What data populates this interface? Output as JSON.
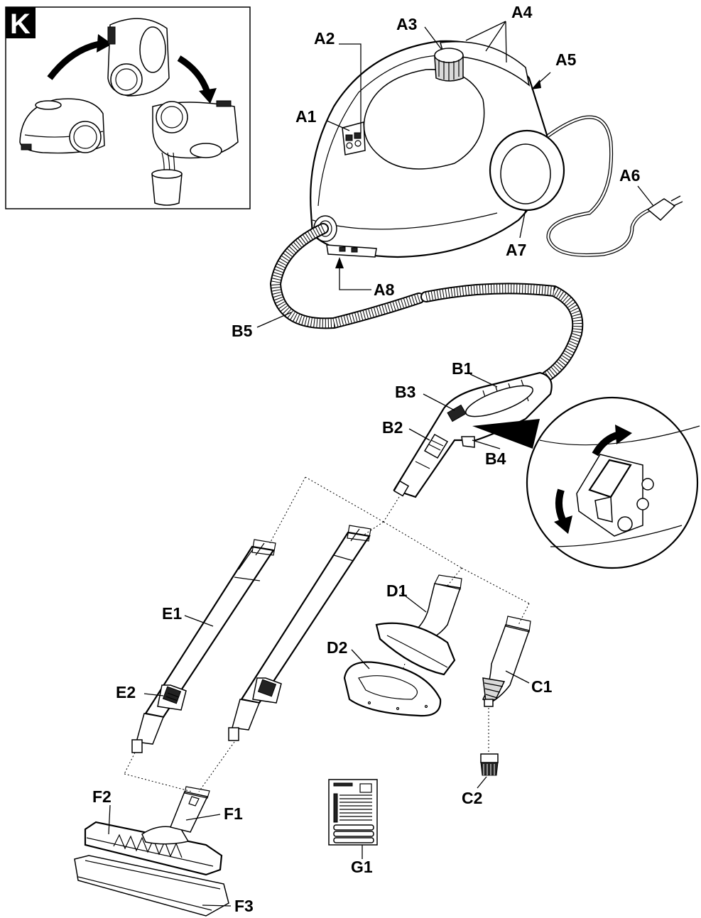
{
  "inset": {
    "letter": "K"
  },
  "labels": {
    "A1": "A1",
    "A2": "A2",
    "A3": "A3",
    "A4": "A4",
    "A5": "A5",
    "A6": "A6",
    "A7": "A7",
    "A8": "A8",
    "B1": "B1",
    "B2": "B2",
    "B3": "B3",
    "B4": "B4",
    "B5": "B5",
    "C1": "C1",
    "C2": "C2",
    "D1": "D1",
    "D2": "D2",
    "E1": "E1",
    "E2": "E2",
    "F1": "F1",
    "F2": "F2",
    "F3": "F3",
    "G1": "G1"
  }
}
